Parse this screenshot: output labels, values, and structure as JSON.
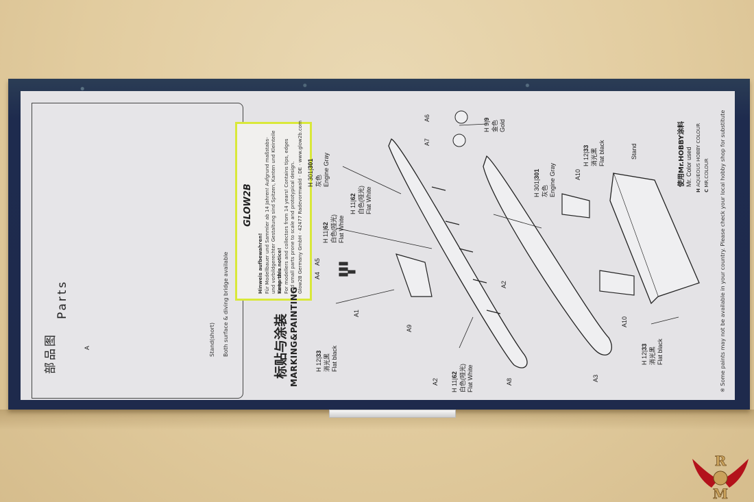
{
  "parts_section": {
    "title_cn": "部品图",
    "title_en": "Parts",
    "runner_letter": "A",
    "stand_label": "Stand(short)",
    "note": "Both surface & diving bridge available"
  },
  "notice": {
    "brand": "GLOW2B",
    "text_de_title": "Hinweis aufbewahren!",
    "text_de": "Für Modellbauer und Sammler ab 14 Jahren! Aufgrund maßstabs- und vorbildgerechter Gestaltung sind Spitzen, Kanten und Kleinteile vorhanden.",
    "text_en_title": "Keep this notice!",
    "text_en": "For modellers and collectors from 14 years! Contains tips, edges and small parts prone to scale and prototypical design.",
    "company": "Glow2B Germany GmbH · 42477 Radevormwald · DE · www.glow2b.com"
  },
  "marking": {
    "title_cn": "标贴与涂装",
    "title_en": "MARKING&PAINTING"
  },
  "callouts": [
    {
      "id": "c1",
      "code_prefix": "H",
      "num1": "301",
      "num2": "301",
      "cn": "灰色",
      "en": "Engine Gray"
    },
    {
      "id": "c2",
      "code_prefix": "H",
      "num1": "11",
      "num2": "62",
      "cn": "白色(哑光)",
      "en": "Flat White"
    },
    {
      "id": "c3",
      "code_prefix": "H",
      "num1": "11",
      "num2": "62",
      "cn": "白色(哑光)",
      "en": "Flat White"
    },
    {
      "id": "c4",
      "code_prefix": "H",
      "num1": "12",
      "num2": "33",
      "cn": "消光黑",
      "en": "Flat black"
    },
    {
      "id": "c5",
      "code_prefix": "H",
      "num1": "11",
      "num2": "62",
      "cn": "白色(哑光)",
      "en": "Flat White"
    },
    {
      "id": "c6",
      "code_prefix": "H",
      "num1": "9",
      "num2": "9",
      "cn": "金色",
      "en": "Gold"
    },
    {
      "id": "c7",
      "code_prefix": "H",
      "num1": "301",
      "num2": "301",
      "cn": "灰色",
      "en": "Engine Gray"
    },
    {
      "id": "c8",
      "code_prefix": "H",
      "num1": "12",
      "num2": "33",
      "cn": "消光黑",
      "en": "Flat black"
    },
    {
      "id": "c9",
      "code_prefix": "H",
      "num1": "12",
      "num2": "33",
      "cn": "消光黑",
      "en": "Flat black"
    }
  ],
  "part_labels": [
    "A6",
    "A7",
    "A4",
    "A5",
    "A1",
    "A9",
    "A2",
    "A2",
    "A8",
    "A3",
    "A10",
    "A10",
    "Stand"
  ],
  "paint_legend": {
    "title": "使用Mr.HOBBY涂料",
    "subtitle": "Mr. Color used",
    "row1_code": "H",
    "row1_text": "AQUEOUS HOBBY COLOUR",
    "row2_code": "C",
    "row2_text": "MR.COLOUR",
    "footnote": "※ Some paints may not be available in your country. Please check your local hobby shop for substitute"
  },
  "watermark": {
    "letters": "RM"
  },
  "colors": {
    "background": "#e2cc9f",
    "box_blue": "#1f2c52",
    "panel": "#e4e3e6",
    "notice_border": "#d9e83a",
    "watermark_red": "#b3121b"
  }
}
